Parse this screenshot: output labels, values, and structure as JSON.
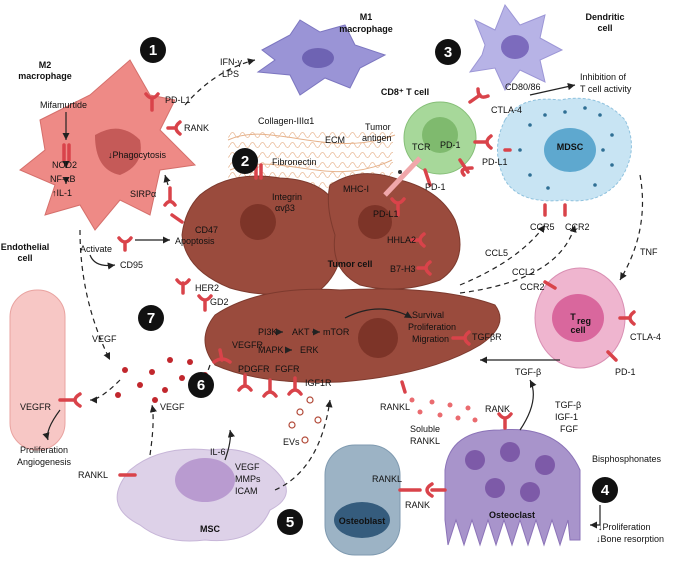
{
  "badges": [
    "1",
    "2",
    "3",
    "4",
    "5",
    "6",
    "7"
  ],
  "cells": {
    "m2": "M2",
    "m2b": "macrophage",
    "m1": "M1",
    "m1b": "macrophage",
    "dendritic": "Dendritic",
    "dendritic_b": "cell",
    "cd8": "CD8⁺ T cell",
    "mdsc": "MDSC",
    "tumor": "Tumor cell",
    "treg": "T",
    "treg_sub": "reg",
    "treg_b": "cell",
    "endothelial": "Endothelial",
    "endothelial_b": "cell",
    "msc": "MSC",
    "osteoblast": "Osteoblast",
    "osteoclast": "Osteoclast"
  },
  "labels": {
    "pdl1_m2": "PD-L1",
    "rank_m2": "RANK",
    "mifamurtide": "Mifamurtide",
    "nod2": "NOD2",
    "nfkb": "NF-κB",
    "il1": "↑IL-1",
    "phago": "↓Phagocytosis",
    "sirpa": "SIRPα",
    "ifn": "IFN-γ",
    "lps": "LPS",
    "collagen": "Collagen-IIIα1",
    "ecm": "ECM",
    "fibronectin": "Fibronectin",
    "integrin": "Integrin",
    "integrin_b": "αvβ3",
    "tumor_antigen": "Tumor",
    "tumor_antigen_b": "antigen",
    "tcr": "TCR",
    "pd1_t": "PD-1",
    "pd1_t2": "PD-1",
    "mhc": "MHC-I",
    "pdl1_tumor": "PD-L1",
    "hhla2": "HHLA2",
    "b7h3": "B7-H3",
    "cd80": "CD80/86",
    "ctla4": "CTLA-4",
    "inhibition": "Inhibition of",
    "inhibition_b": "T cell activity",
    "pdl1_mdsc": "PD-L1",
    "ccr5": "CCR5",
    "ccr2_mdsc": "CCR2",
    "ccl5": "CCL5",
    "ccl2": "CCL2",
    "tnf": "TNF",
    "cd47": "CD47",
    "activate": "Activate",
    "cd95": "CD95",
    "apoptosis": "Apoptosis",
    "her2": "HER2",
    "gd2": "GD2",
    "vegf_left": "VEGF",
    "vegfr_endo": "VEGFR",
    "prolif_endo": "Proliferation",
    "angio": "Angiogenesis",
    "vegfr_tumor": "VEGFR",
    "pdgfr": "PDGFR",
    "fgfr": "FGFR",
    "igf1r": "IGF1R",
    "pi3k": "PI3K",
    "akt": "AKT",
    "mtor": "mTOR",
    "mapk": "MAPK",
    "erk": "ERK",
    "survival": "Survival",
    "proliferation": "Proliferation",
    "migration": "Migration",
    "tgfbr": "TGFβR",
    "tgfb_treg": "TGF-β",
    "ccr2_treg": "CCR2",
    "ctla4_treg": "CTLA-4",
    "pd1_treg": "PD-1",
    "vegf_msc": "VEGF",
    "il6": "IL-6",
    "msc_vegf": "VEGF",
    "mmps": "MMPs",
    "icam": "ICAM",
    "evs": "EVs",
    "rankl_msc": "RANKL",
    "rankl_tumor": "RANKL",
    "soluble": "Soluble",
    "soluble_b": "RANKL",
    "rank_oc": "RANK",
    "rankl_ob": "RANKL",
    "rank_oc2": "RANK",
    "tgfb_oc": "TGF-β",
    "igf1": "IGF-1",
    "fgf": "FGF",
    "bisphos": "Bisphosphonates",
    "down_prolif": "↓Proliferation",
    "bone_res": "↓Bone resorption"
  },
  "colors": {
    "receptor": "#d9434a",
    "tumor": "#9a4b3d",
    "m2": "#ee8a86",
    "tcell": "#a7d89a",
    "mdsc": "#c8e4f3",
    "treg": "#efb5cf",
    "osteoclast": "#a894cb",
    "osteoblast": "#9cb3c5",
    "msc": "#ddd1e8",
    "m1": "#9a94d6",
    "dendritic": "#b7b3e6"
  }
}
